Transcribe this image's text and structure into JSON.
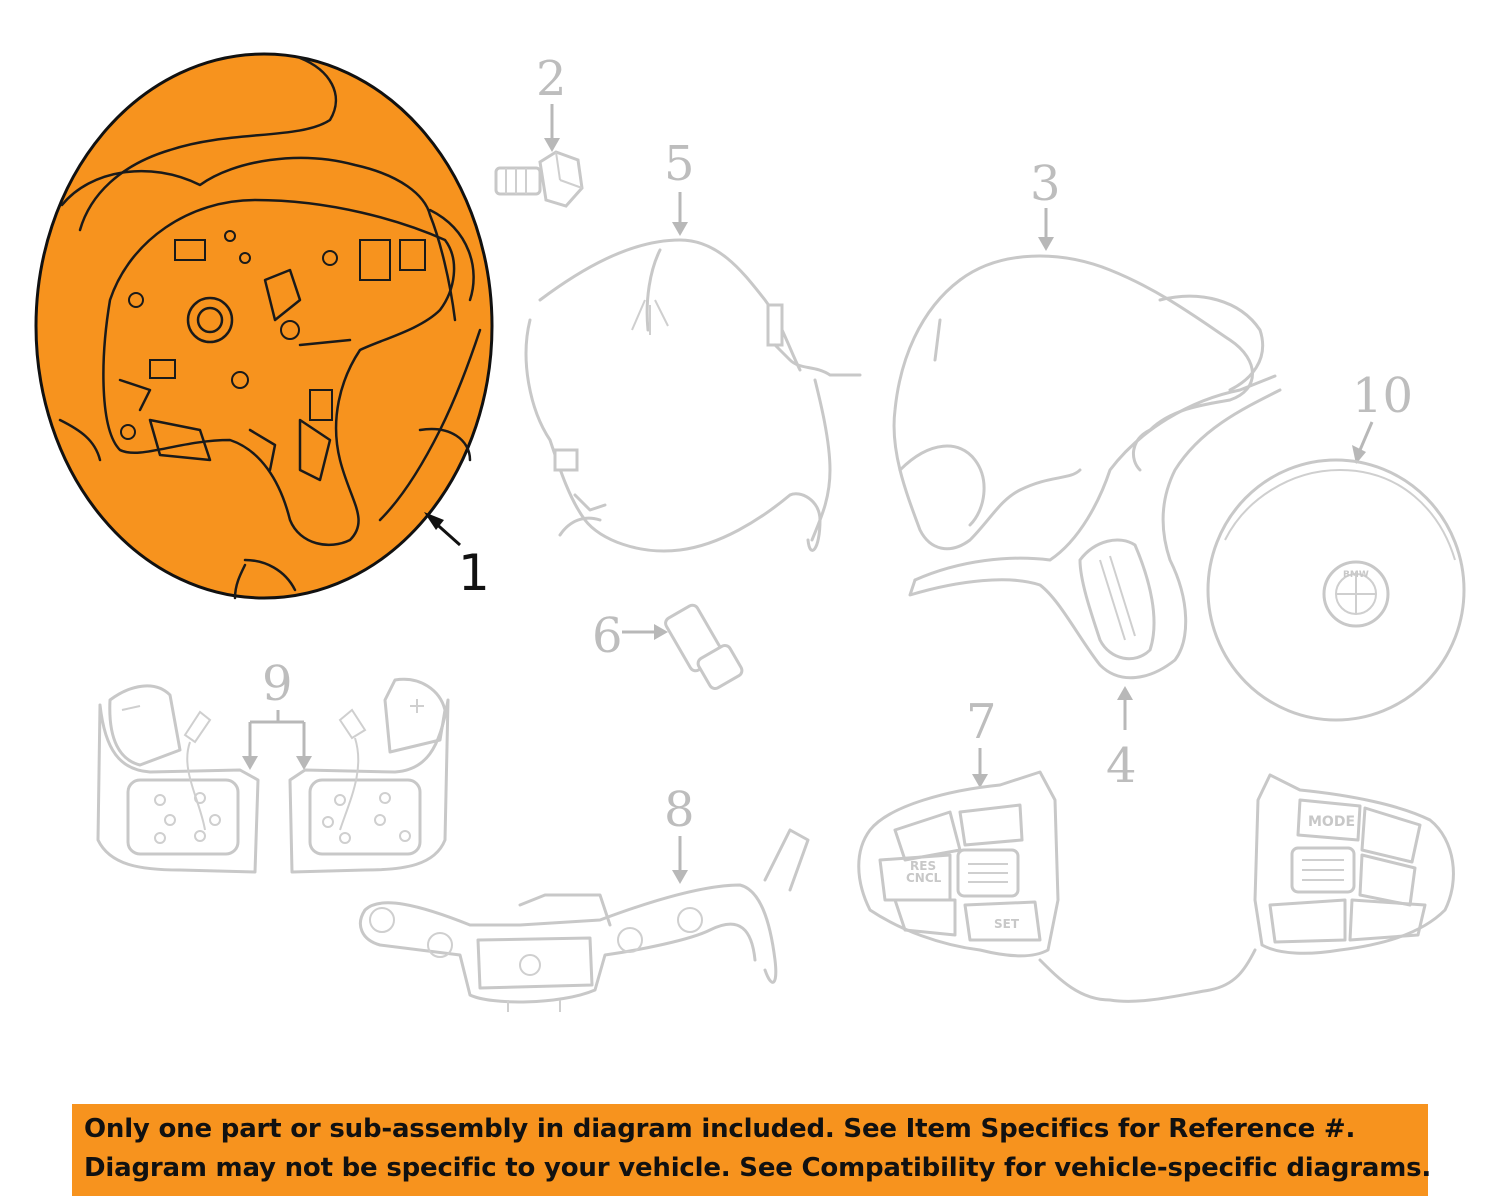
{
  "diagram": {
    "highlight_color": "#f7931e",
    "callouts": [
      "1",
      "2",
      "3",
      "4",
      "5",
      "6",
      "7",
      "8",
      "9",
      "10"
    ],
    "button_labels": {
      "res_cncl": [
        "RES",
        "CNCL"
      ],
      "set": "SET",
      "mode": "MODE"
    },
    "airbag_emblem": "BMW"
  },
  "notice": {
    "line1": "Only one part or sub-assembly in diagram included. See Item Specifics for Reference #.",
    "line2": "Diagram may not be specific to your vehicle. See Compatibility for vehicle-specific diagrams."
  }
}
